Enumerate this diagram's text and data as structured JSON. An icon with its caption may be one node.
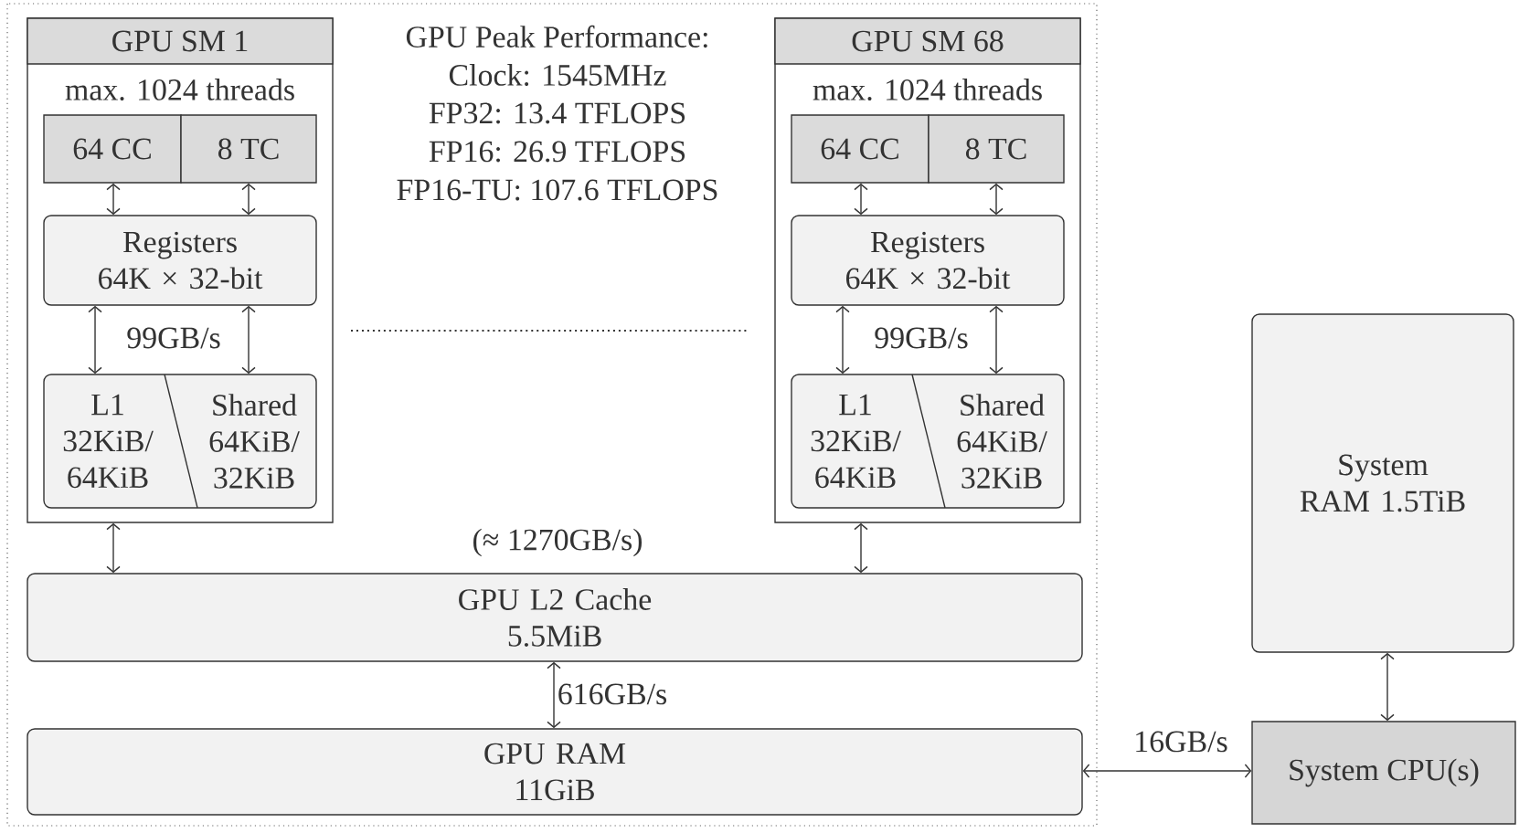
{
  "diagram": {
    "nodes": [
      {
        "text": [
          "GPU SM 1",
          "max. 1024 threads"
        ]
      },
      {
        "text": [
          "64 CC"
        ],
        "in": 0
      },
      {
        "text": [
          "8 TC"
        ],
        "in": 0
      },
      {
        "text": [
          "Registers 64K × 32-bit"
        ],
        "in": 0
      },
      {
        "text": [
          "L1 32KiB/ 64KiB",
          "Shared 64KiB/ 32KiB"
        ],
        "in": 0
      },
      {
        "text": [
          "GPU SM 68",
          "max. 1024 threads"
        ]
      },
      {
        "text": [
          "64 CC"
        ],
        "in": 5
      },
      {
        "text": [
          "8 TC"
        ],
        "in": 5
      },
      {
        "text": [
          "Registers 64K × 32-bit"
        ],
        "in": 5
      },
      {
        "text": [
          "L1 32KiB/ 64KiB",
          "Shared 64KiB/ 32KiB"
        ],
        "in": 5
      },
      {
        "text": [
          "GPU L2 Cache 5.5MiB"
        ]
      },
      {
        "text": [
          "GPU RAM 11GiB"
        ]
      },
      {
        "text": [
          "System RAM 1.5TiB"
        ]
      },
      {
        "text": [
          "System CPU(s)"
        ]
      }
    ],
    "edges": [
      {
        "from": 1,
        "to": 3,
        "arrow": "both"
      },
      {
        "from": 2,
        "to": 3,
        "arrow": "both"
      },
      {
        "from": 3,
        "to": 4,
        "arrow": "both",
        "label": "99GB/s"
      },
      {
        "from": 3,
        "to": 4,
        "arrow": "both"
      },
      {
        "from": 6,
        "to": 8,
        "arrow": "both"
      },
      {
        "from": 7,
        "to": 8,
        "arrow": "both"
      },
      {
        "from": 8,
        "to": 9,
        "arrow": "both",
        "label": "99GB/s"
      },
      {
        "from": 8,
        "to": 9,
        "arrow": "both"
      },
      {
        "from": 0,
        "to": 10,
        "arrow": "both"
      },
      {
        "from": 5,
        "to": 10,
        "arrow": "both"
      },
      {
        "from": 10,
        "to": 11,
        "arrow": "both",
        "label": "616GB/s"
      },
      {
        "from": 11,
        "to": 13,
        "arrow": "both",
        "label": "16GB/s"
      },
      {
        "from": 12,
        "to": 13,
        "arrow": "both"
      }
    ],
    "labels": [
      "GPU Peak Performance:",
      "Clock: 1545MHz",
      "FP32: 13.4 TFLOPS",
      "FP16: 26.9 TFLOPS",
      "FP16-TU: 107.6 TFLOPS",
      "(≈ 1270GB/s)"
    ]
  }
}
